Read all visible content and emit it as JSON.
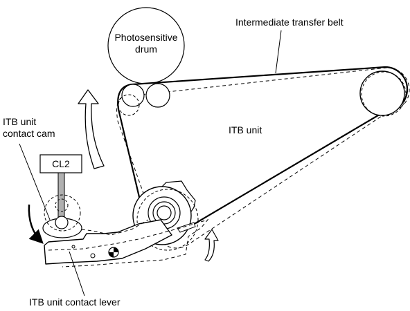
{
  "labels": {
    "drum_line1": "Photosensitive",
    "drum_line2": "drum",
    "belt": "Intermediate transfer belt",
    "itb_unit": "ITB unit",
    "cam_line1": "ITB unit",
    "cam_line2": "contact cam",
    "cl2": "CL2",
    "lever": "ITB unit contact lever"
  },
  "colors": {
    "line": "#000000",
    "shaft": "#b0b0b0",
    "background": "#ffffff"
  }
}
